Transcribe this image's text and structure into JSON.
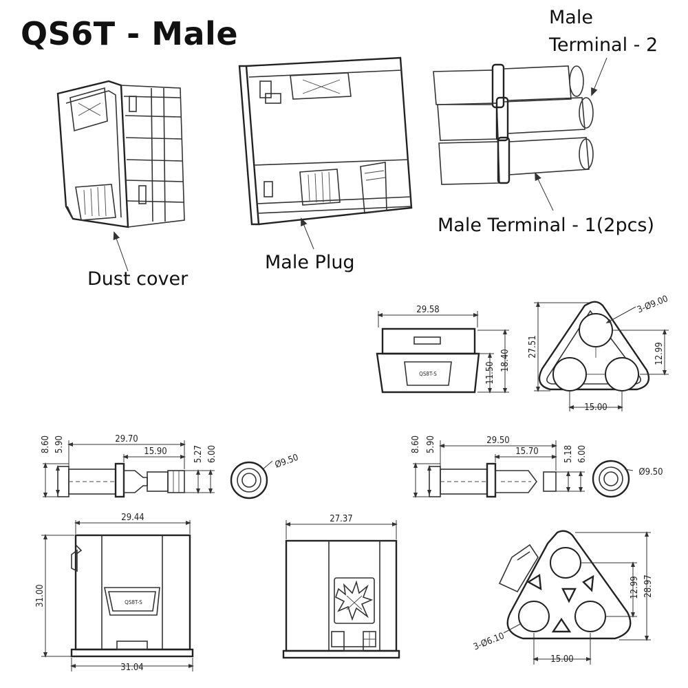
{
  "title": "QS6T - Male",
  "labels": {
    "male_terminal_2": [
      "Male",
      "Terminal - 2"
    ],
    "male_terminal_1": "Male Terminal - 1(2pcs)",
    "male_plug": "Male Plug",
    "dust_cover": "Dust cover"
  },
  "dimensions": {
    "cover_width": "29.58",
    "cover_h1": "11.50",
    "cover_h2": "18.40",
    "cover_face_height": "27.51",
    "cover_hole_dia": "3-Ø9.00",
    "cover_hole_offset": "12.99",
    "cover_hole_pitch": "15.00",
    "t2_total": "29.70",
    "t2_pin": "15.90",
    "t2_h_left_a": "8.60",
    "t2_h_left_b": "5.90",
    "t2_h_right_a": "5.27",
    "t2_h_right_b": "6.00",
    "t2_dia": "Ø9.50",
    "t1_total": "29.50",
    "t1_pin": "15.70",
    "t1_h_left_a": "8.60",
    "t1_h_left_b": "5.90",
    "t1_h_right_a": "5.18",
    "t1_h_right_b": "6.00",
    "t1_dia": "Ø9.50",
    "plug_side_top": "29.44",
    "plug_side_height": "31.00",
    "plug_side_bottom": "31.04",
    "plug_front_width": "27.37",
    "plug_face_hole_dia": "3-Ø6.10",
    "plug_face_offset": "12.99",
    "plug_face_height": "28.97",
    "plug_face_pitch": "15.00"
  },
  "marks": {
    "logo_text": "QS8T-S"
  }
}
